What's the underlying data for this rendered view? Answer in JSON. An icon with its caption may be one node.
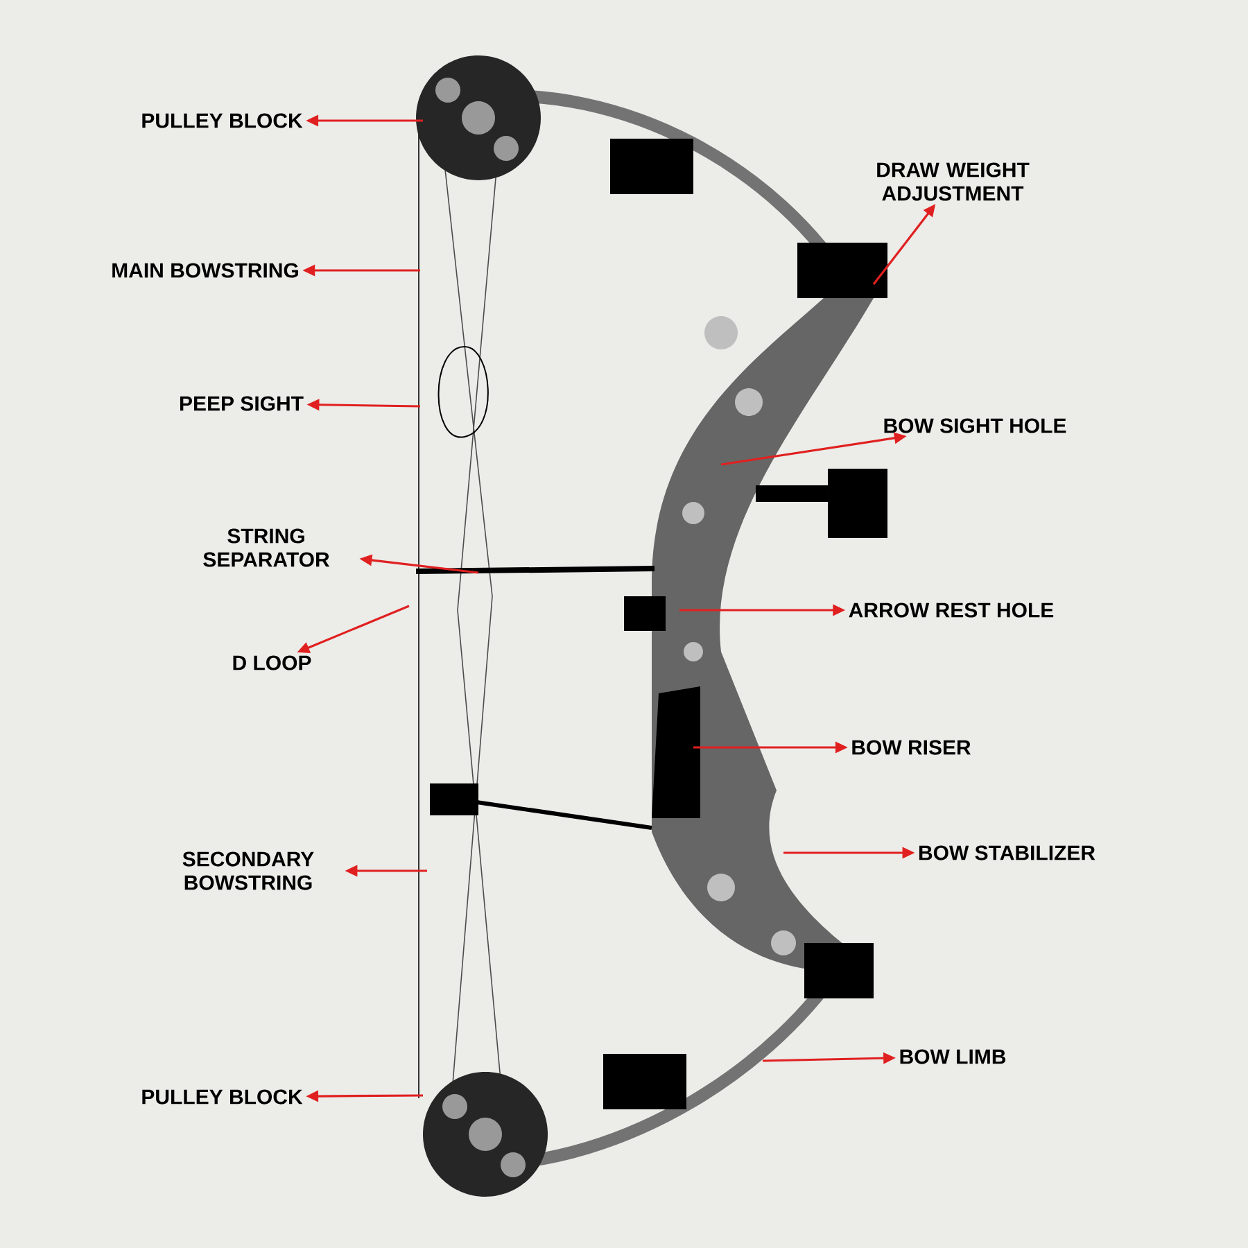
{
  "diagram": {
    "nodes": [
      {
        "text": [
          "PULLEY BLOCK"
        ]
      },
      {
        "text": [
          "DRAW WEIGHT ADJUSTMENT"
        ]
      },
      {
        "text": [
          "MAIN BOWSTRING"
        ]
      },
      {
        "text": [
          "PEEP SIGHT"
        ]
      },
      {
        "text": [
          "BOW SIGHT HOLE"
        ]
      },
      {
        "text": [
          "STRING SEPARATOR"
        ]
      },
      {
        "text": [
          "ARROW REST HOLE"
        ]
      },
      {
        "text": [
          "D LOOP"
        ]
      },
      {
        "text": [
          "BOW RISER"
        ]
      },
      {
        "text": [
          "SECONDARY BOWSTRING"
        ]
      },
      {
        "text": [
          "BOW STABILIZER"
        ]
      },
      {
        "text": [
          "BOW LIMB"
        ]
      },
      {
        "text": [
          "PULLEY BLOCK"
        ]
      }
    ],
    "edges": [
      {
        "from": null,
        "to": 0,
        "arrow": "to"
      },
      {
        "from": null,
        "to": 1,
        "arrow": "to"
      },
      {
        "from": null,
        "to": 2,
        "arrow": "to"
      },
      {
        "from": null,
        "to": 3,
        "arrow": "to"
      },
      {
        "from": null,
        "to": 4,
        "arrow": "to"
      },
      {
        "from": null,
        "to": 5,
        "arrow": "to"
      },
      {
        "from": null,
        "to": 6,
        "arrow": "to"
      },
      {
        "from": null,
        "to": 7,
        "arrow": "to"
      },
      {
        "from": null,
        "to": 8,
        "arrow": "to"
      },
      {
        "from": null,
        "to": 9,
        "arrow": "to"
      },
      {
        "from": null,
        "to": 10,
        "arrow": "to"
      },
      {
        "from": null,
        "to": 11,
        "arrow": "to"
      },
      {
        "from": null,
        "to": 12,
        "arrow": "to"
      }
    ]
  }
}
